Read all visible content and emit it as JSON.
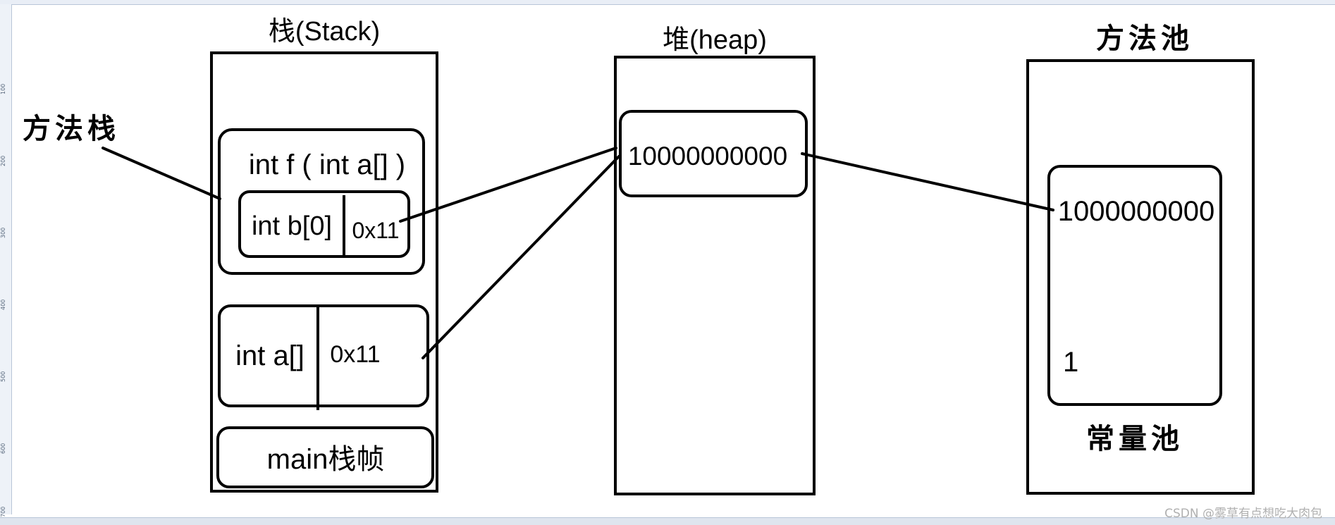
{
  "stack": {
    "title": "栈(Stack)",
    "frame_f_signature": "int f ( int a[] )",
    "frame_f_var_name": "int b[0]",
    "frame_f_var_value": "0x11",
    "var_a_name": "int a[]",
    "var_a_value": "0x11",
    "main_frame": "main栈帧"
  },
  "method_stack_label": "方法栈",
  "heap": {
    "title": "堆(heap)",
    "object_value": "10000000000"
  },
  "method_area": {
    "title": "方法池",
    "constant_value": "1000000000",
    "constant_one": "1",
    "pool_label": "常量池"
  },
  "ruler": {
    "ticks": [
      "100",
      "200",
      "300",
      "400",
      "500",
      "600",
      "700"
    ]
  },
  "watermark": "CSDN @雾草有点想吃大肉包"
}
